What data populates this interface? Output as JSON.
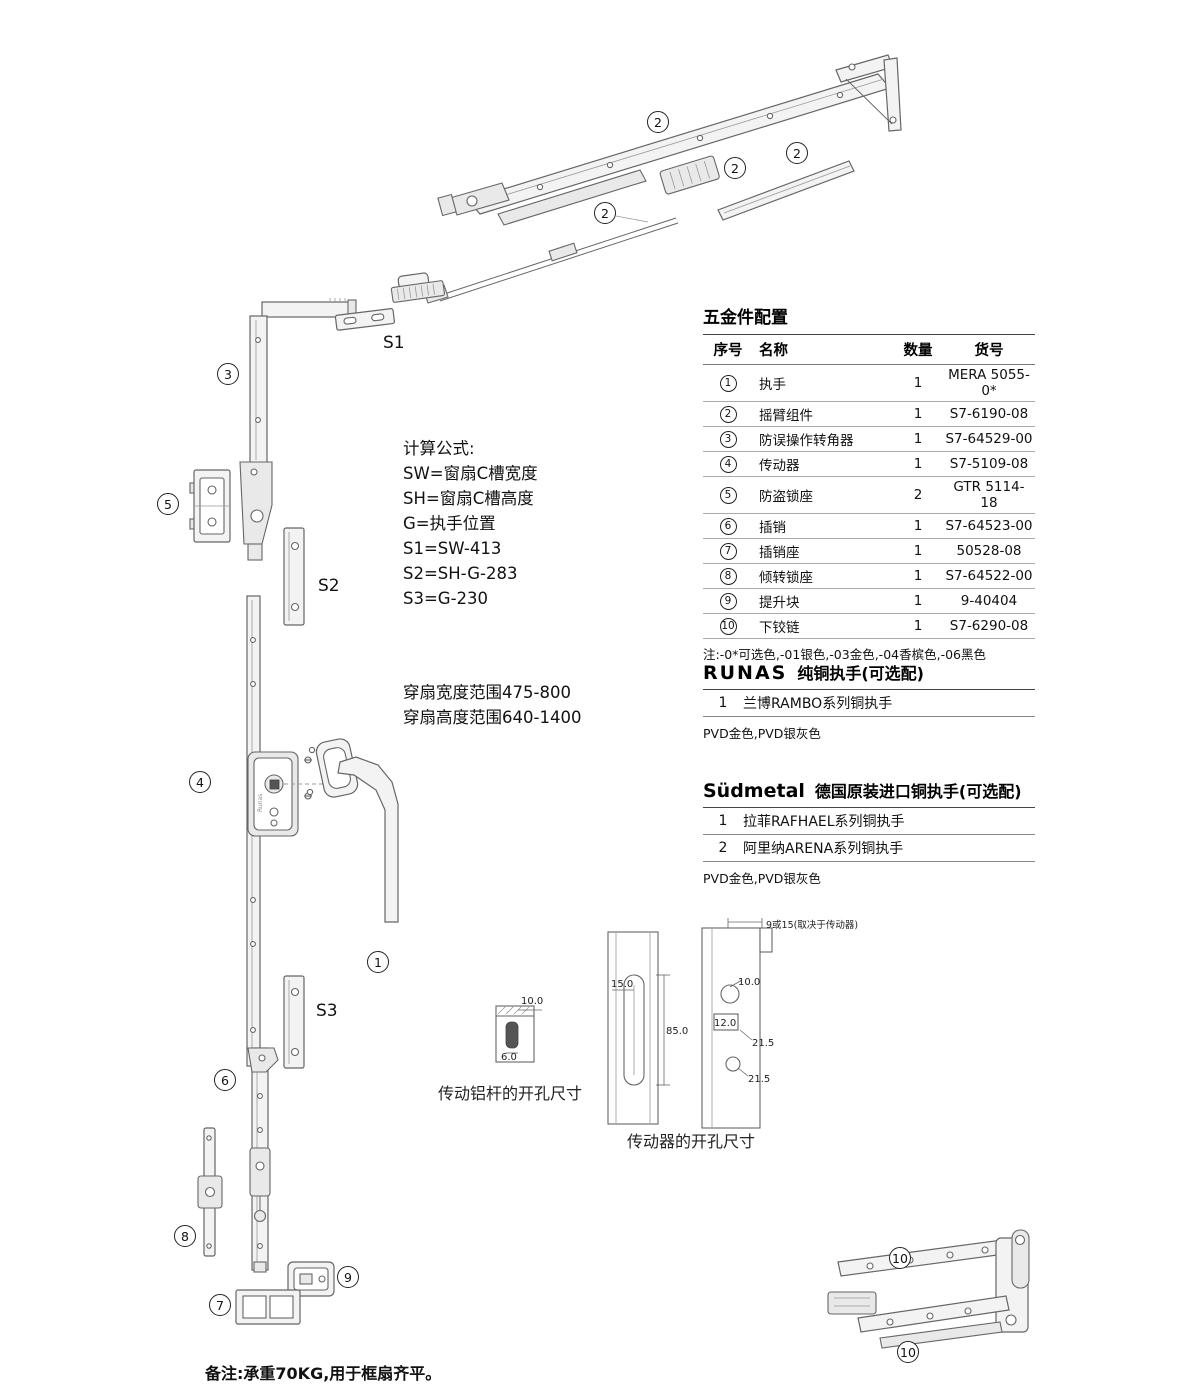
{
  "page": {
    "footer_note": "备注:承重70KG,用于框扇齐平。"
  },
  "formulas": {
    "title": "计算公式:",
    "lines": [
      "SW=窗扇C槽宽度",
      "SH=窗扇C槽高度",
      "G=执手位置",
      "S1=SW-413",
      "S2=SH-G-283",
      "S3=G-230"
    ]
  },
  "ranges": {
    "width": "穿扇宽度范围475-800",
    "height": "穿扇高度范围640-1400"
  },
  "plate_labels": {
    "s1": "S1",
    "s2": "S2",
    "s3": "S3"
  },
  "callouts": {
    "c1": "1",
    "c2": "2",
    "c3": "3",
    "c4": "4",
    "c5": "5",
    "c6": "6",
    "c7": "7",
    "c8": "8",
    "c9": "9",
    "c10": "10"
  },
  "parts_table": {
    "title": "五金件配置",
    "headers": [
      "序号",
      "名称",
      "数量",
      "货号"
    ],
    "rows": [
      {
        "no": "1",
        "name": "执手",
        "qty": "1",
        "code": "MERA 5055-0*"
      },
      {
        "no": "2",
        "name": "摇臂组件",
        "qty": "1",
        "code": "S7-6190-08"
      },
      {
        "no": "3",
        "name": "防误操作转角器",
        "qty": "1",
        "code": "S7-64529-00"
      },
      {
        "no": "4",
        "name": "传动器",
        "qty": "1",
        "code": "S7-5109-08"
      },
      {
        "no": "5",
        "name": "防盗锁座",
        "qty": "2",
        "code": "GTR 5114-18"
      },
      {
        "no": "6",
        "name": "插销",
        "qty": "1",
        "code": "S7-64523-00"
      },
      {
        "no": "7",
        "name": "插销座",
        "qty": "1",
        "code": "50528-08"
      },
      {
        "no": "8",
        "name": "倾转锁座",
        "qty": "1",
        "code": "S7-64522-00"
      },
      {
        "no": "9",
        "name": "提升块",
        "qty": "1",
        "code": "9-40404"
      },
      {
        "no": "10",
        "name": "下铰链",
        "qty": "1",
        "code": "S7-6290-08"
      }
    ],
    "note": "注:-0*可选色,-01银色,-03金色,-04香槟色,-06黑色"
  },
  "runas": {
    "brand": "RUNAS",
    "brand_small": "Runas",
    "title": "纯铜执手(可选配)",
    "rows": [
      {
        "no": "1",
        "name": "兰博RAMBO系列铜执手"
      }
    ],
    "note": "PVD金色,PVD银灰色"
  },
  "sudmetal": {
    "brand": "Südmetal",
    "title": "德国原装进口铜执手(可选配)",
    "rows": [
      {
        "no": "1",
        "name": "拉菲RAFHAEL系列铜执手"
      },
      {
        "no": "2",
        "name": "阿里纳ARENA系列铜执手"
      }
    ],
    "note": "PVD金色,PVD银灰色"
  },
  "dim_small": {
    "caption": "传动铝杆的开孔尺寸",
    "d1": "10.0",
    "d2": "6.0"
  },
  "dim_large": {
    "caption": "传动器的开孔尺寸",
    "top_note": "9或15(取决于传动器)",
    "d_offset": "15.0",
    "d_slot": "85.0",
    "d_hole": "10.0",
    "d_notch_w": "12.0",
    "d_gap1": "21.5",
    "d_gap2": "21.5"
  }
}
